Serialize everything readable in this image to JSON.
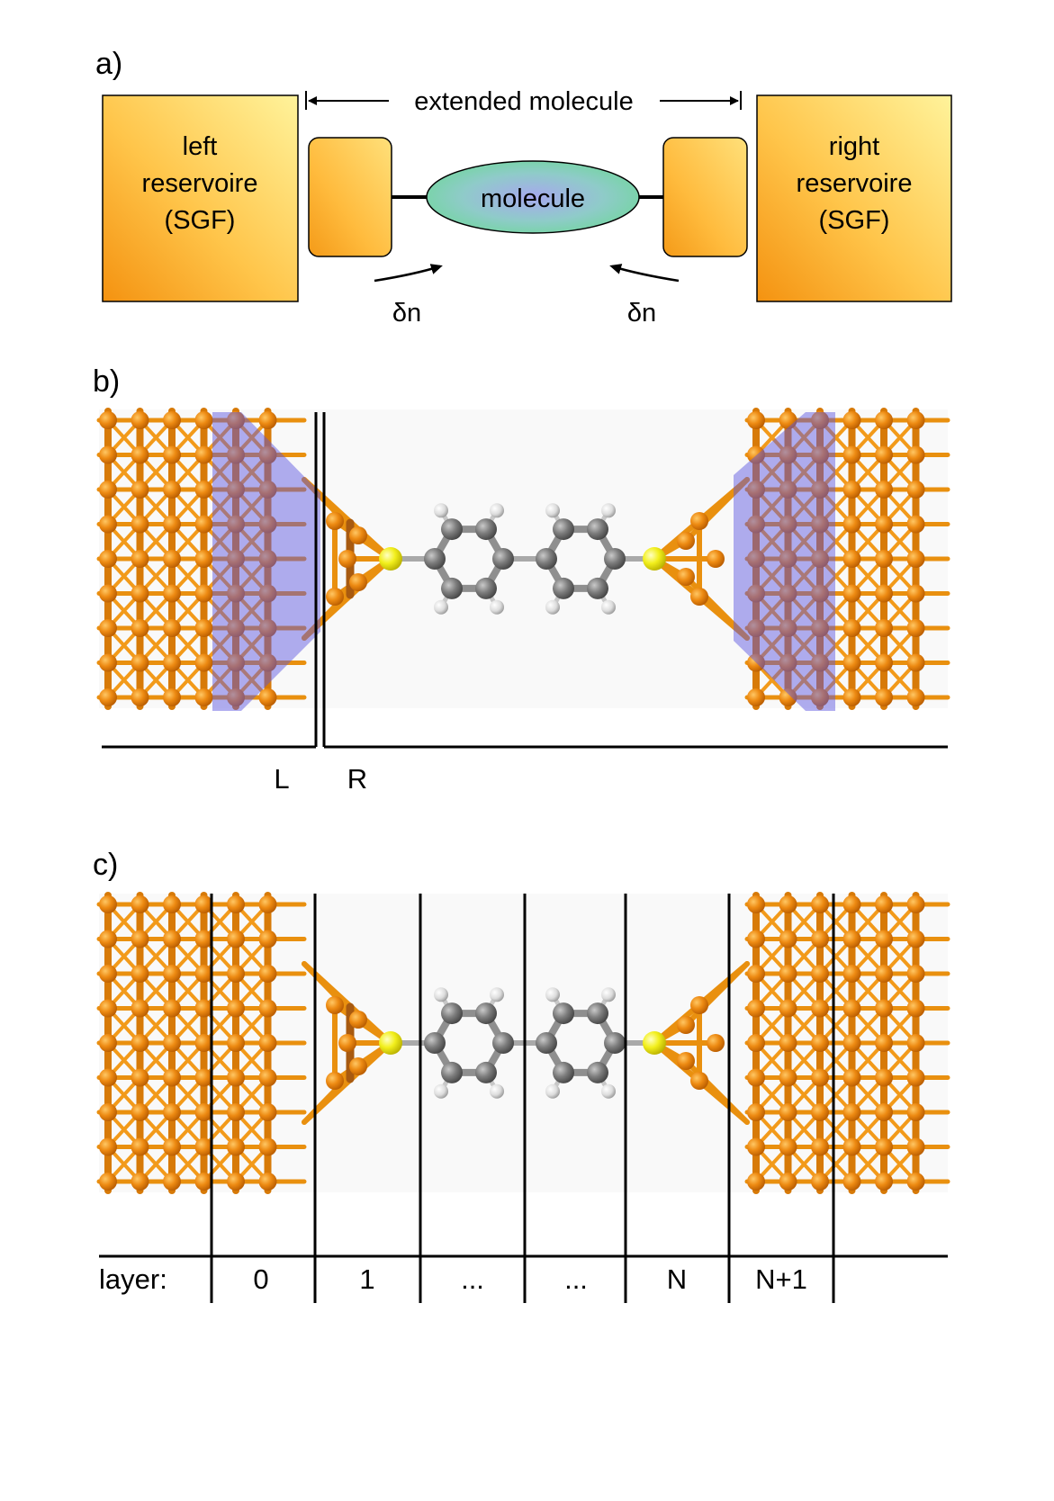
{
  "panel_a": {
    "label": "a)",
    "extended_label": "extended molecule",
    "left_reservoir": [
      "left",
      "reservoire",
      "(SGF)"
    ],
    "right_reservoir": [
      "right",
      "reservoire",
      "(SGF)"
    ],
    "molecule_label": "molecule",
    "delta_left": "δn",
    "delta_right": "δn"
  },
  "panel_b": {
    "label": "b)",
    "label_L": "L",
    "label_R": "R"
  },
  "panel_c": {
    "label": "c)",
    "layer_prefix": "layer:",
    "layers": [
      "0",
      "1",
      "...",
      "...",
      "N",
      "N+1"
    ]
  },
  "colors": {
    "gold": "#e8820c",
    "gold_light": "#ffc23a",
    "reservoir_top": "#ffe78f",
    "reservoir_bottom": "#f6a01d",
    "region_overlay": "#6a5acd",
    "sulfur": "#f2ef1c",
    "carbon": "#7f7f7f",
    "hydrogen": "#e6e6e6",
    "molecule_green": "#7fd9a2",
    "molecule_blue": "#8fb3ea"
  }
}
